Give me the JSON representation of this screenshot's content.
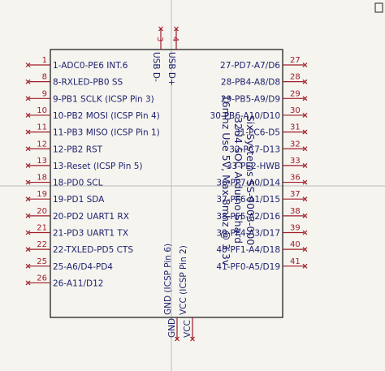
{
  "title_lines": [
    "Six Systems SS-0003-000",
    "32U4 SOC Arduino Shard",
    "16mhz Use 5V, Max 8mhz @ 3.3v"
  ],
  "left_pins": [
    {
      "num": "1",
      "label": "1-ADC0-PE6 INT.6"
    },
    {
      "num": "8",
      "label": "8-RXLED-PB0 SS"
    },
    {
      "num": "9",
      "label": "9-PB1 SCLK (ICSP Pin 3)"
    },
    {
      "num": "10",
      "label": "10-PB2 MOSI (ICSP Pin 4)"
    },
    {
      "num": "11",
      "label": "11-PB3 MISO (ICSP Pin 1)"
    },
    {
      "num": "12",
      "label": "12-PB2 RST"
    },
    {
      "num": "13",
      "label": "13-Reset (ICSP Pin 5)"
    },
    {
      "num": "18",
      "label": "18-PD0 SCL"
    },
    {
      "num": "19",
      "label": "19-PD1 SDA"
    },
    {
      "num": "20",
      "label": "20-PD2 UART1 RX"
    },
    {
      "num": "21",
      "label": "21-PD3 UART1 TX"
    },
    {
      "num": "22",
      "label": "22-TXLED-PD5 CTS"
    },
    {
      "num": "25",
      "label": "25-A6/D4-PD4"
    },
    {
      "num": "26",
      "label": "26-A11/D12"
    }
  ],
  "right_pins": [
    {
      "num": "27",
      "label": "27-PD7-A7/D6"
    },
    {
      "num": "28",
      "label": "28-PB4-A8/D8"
    },
    {
      "num": "29",
      "label": "29-PB5-A9/D9"
    },
    {
      "num": "30",
      "label": "30-PB6-A10/D10"
    },
    {
      "num": "31",
      "label": "31-PC6-D5"
    },
    {
      "num": "32",
      "label": "32-PC7-D13"
    },
    {
      "num": "33",
      "label": "33-PE2-HWB"
    },
    {
      "num": "36",
      "label": "36-PF7-A0/D14"
    },
    {
      "num": "37",
      "label": "37-PF6-A1/D15"
    },
    {
      "num": "38",
      "label": "38-PF5-A2/D16"
    },
    {
      "num": "39",
      "label": "39-PF4-A3/D17"
    },
    {
      "num": "40",
      "label": "40-PF1-A4/D18"
    },
    {
      "num": "41",
      "label": "41-PF0-A5/D19"
    }
  ],
  "top_pins": [
    {
      "num": "3",
      "label": "USB D-"
    },
    {
      "num": "4",
      "label": "USB D+"
    }
  ],
  "bottom_pins": [
    {
      "num": "",
      "label": "GND (ICSP Pin 6)",
      "pin_text": "GND"
    },
    {
      "num": "",
      "label": "VCC (ICSP Pin 2)",
      "pin_text": "VCC"
    }
  ]
}
